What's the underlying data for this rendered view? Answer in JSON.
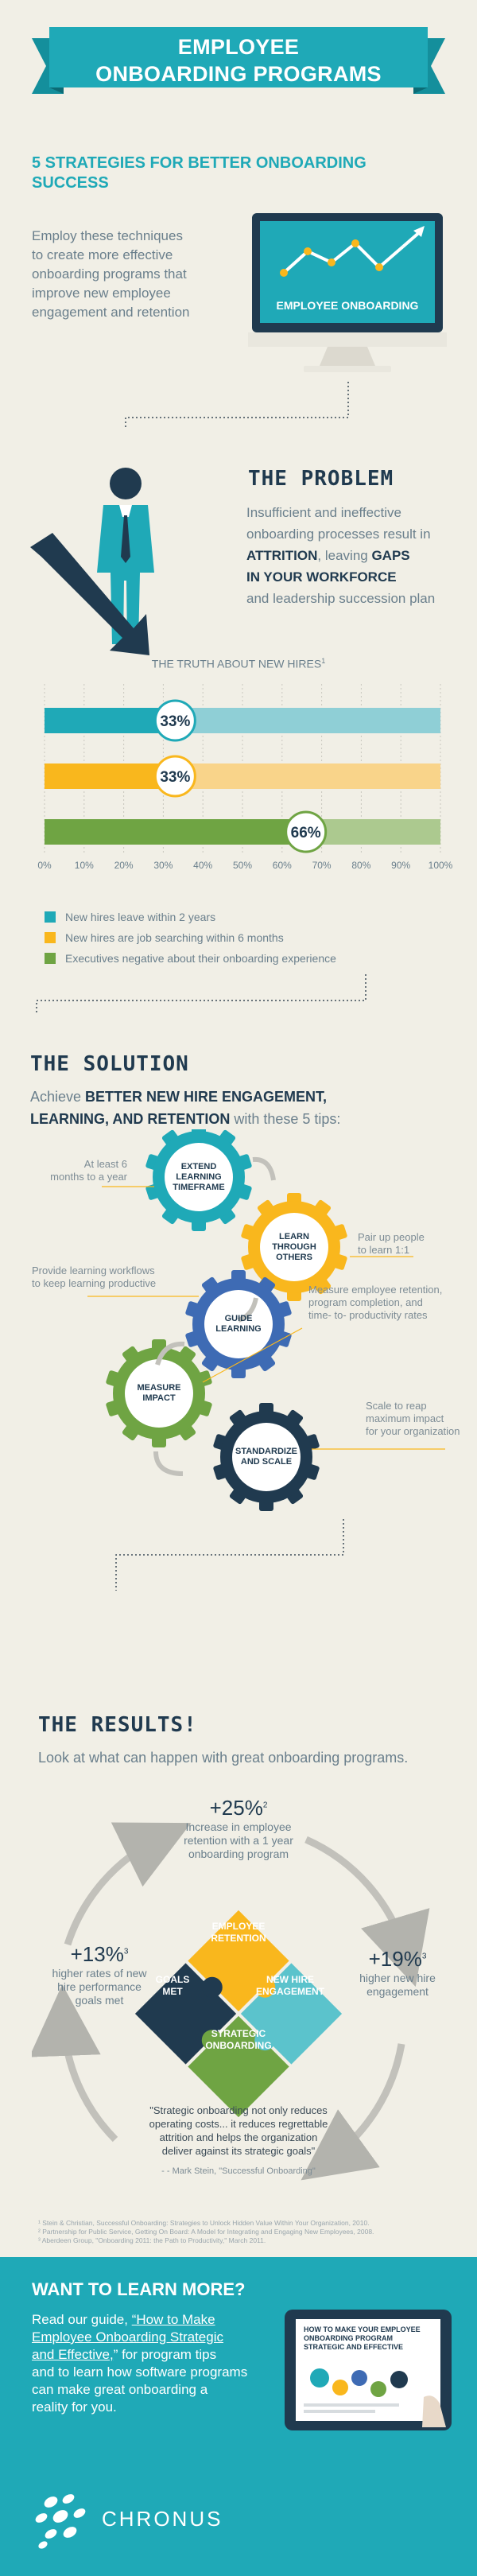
{
  "banner": {
    "line1": "EMPLOYEE",
    "line2": "ONBOARDING PROGRAMS"
  },
  "intro": {
    "title_line1": "5 STRATEGIES FOR BETTER ONBOARDING",
    "title_line2": "SUCCESS",
    "body": [
      "Employ these techniques",
      "to create more effective",
      "onboarding programs that",
      "improve new employee",
      "engagement and retention"
    ],
    "monitor_label": "EMPLOYEE ONBOARDING"
  },
  "problem": {
    "heading": "THE PROBLEM",
    "line1": "Insufficient and ineffective",
    "line2": "onboarding processes result in",
    "line3_bold": "ATTRITION",
    "line3_rest": ", leaving ",
    "line3_bold2": "GAPS",
    "line4_bold": "IN YOUR WORKFORCE",
    "line5": "and leadership succession plan"
  },
  "chart_data": {
    "type": "bar",
    "title": "THE TRUTH ABOUT NEW HIRES",
    "title_sup": "1",
    "orientation": "horizontal",
    "xlim": [
      0,
      100
    ],
    "tick_labels": [
      "0%",
      "10%",
      "20%",
      "30%",
      "40%",
      "50%",
      "60%",
      "70%",
      "80%",
      "90%",
      "100%"
    ],
    "series": [
      {
        "name": "New hires leave within 2 years",
        "value": 33,
        "label": "33%",
        "color": "#1fa9b7",
        "track": "#8fcfd6"
      },
      {
        "name": "New hires are job searching within 6 months",
        "value": 33,
        "label": "33%",
        "color": "#f9b71d",
        "track": "#f9d48a"
      },
      {
        "name": "Executives negative about their onboarding experience",
        "value": 66,
        "label": "66%",
        "color": "#6fa443",
        "track": "#acc98f"
      }
    ]
  },
  "solution": {
    "heading": "THE SOLUTION",
    "line1_pre": "Achieve ",
    "line1_bold": "BETTER NEW HIRE ENGAGEMENT,",
    "line2_bold": "LEARNING, AND RETENTION",
    "line2_rest": " with these 5 tips:",
    "gears": [
      {
        "label": [
          "EXTEND",
          "LEARNING",
          "TIMEFRAME"
        ],
        "tip": [
          "At least 6",
          "months to a year"
        ]
      },
      {
        "label": [
          "LEARN",
          "THROUGH",
          "OTHERS"
        ],
        "tip": [
          "Pair up people",
          "to learn 1:1"
        ]
      },
      {
        "label": [
          "GUIDE",
          "LEARNING"
        ],
        "tip": [
          "Provide learning workflows",
          "to keep learning productive"
        ]
      },
      {
        "label": [
          "MEASURE",
          "IMPACT"
        ],
        "tip": [
          "Measure employee retention,",
          "program completion, and",
          "time- to- productivity rates"
        ]
      },
      {
        "label": [
          "STANDARDIZE",
          "AND SCALE"
        ],
        "tip": [
          "Scale to reap",
          "maximum impact",
          "for your organization"
        ]
      }
    ]
  },
  "results": {
    "heading": "THE RESULTS!",
    "subhead": "Look at what can happen with great onboarding programs.",
    "top": {
      "value": "+25%",
      "sup": "2",
      "text": [
        "Increase in employee",
        "retention with a 1 year",
        "onboarding program"
      ]
    },
    "left": {
      "value": "+13%",
      "sup": "3",
      "text": [
        "higher rates of new",
        "hire performance",
        "goals met"
      ]
    },
    "right": {
      "value": "+19%",
      "sup": "3",
      "text": [
        "higher new hire",
        "engagement"
      ]
    },
    "puzzle": {
      "top": [
        "EMPLOYEE",
        "RETENTION"
      ],
      "left": [
        "GOALS",
        "MET"
      ],
      "right": [
        "NEW HIRE",
        "ENGAGEMENT"
      ],
      "bottom": [
        "STRATEGIC",
        "ONBOARDING"
      ]
    },
    "quote": [
      "\"Strategic onboarding not only reduces",
      "operating costs... it reduces regrettable",
      "attrition and helps the organization",
      "deliver against its strategic goals\""
    ],
    "attribution": "- - Mark Stein, \"Successful Onboarding\""
  },
  "footnotes": [
    "¹ Stein & Christian, Successful Onboarding: Strategies to Unlock Hidden Value Within Your Organization, 2010.",
    "² Partnership for Public Service, Getting On Board: A Model for Integrating and Engaging New Employees, 2008.",
    "³ Aberdeen Group, \"Onboarding 2011: the Path to Productivity,\" March 2011."
  ],
  "cta": {
    "heading": "WANT TO LEARN MORE?",
    "line1_pre": "Read our guide, ",
    "link1": "“How to Make",
    "link2": "Employee Onboarding Strategic",
    "link3": "and Effective,",
    "line3_rest": "” for program tips",
    "line4": "and to learn how software programs",
    "line5": "can make great onboarding a",
    "line6": "reality for you.",
    "book_title": [
      "HOW TO MAKE YOUR EMPLOYEE",
      "ONBOARDING PROGRAM",
      "STRATEGIC AND EFFECTIVE"
    ],
    "brand": "CHRONUS"
  },
  "colors": {
    "teal": "#1fa9b7",
    "navy": "#203a4f",
    "yellow": "#f9b71d",
    "green": "#6fa443",
    "blue": "#3e6bb4",
    "bg": "#f1efe6"
  }
}
